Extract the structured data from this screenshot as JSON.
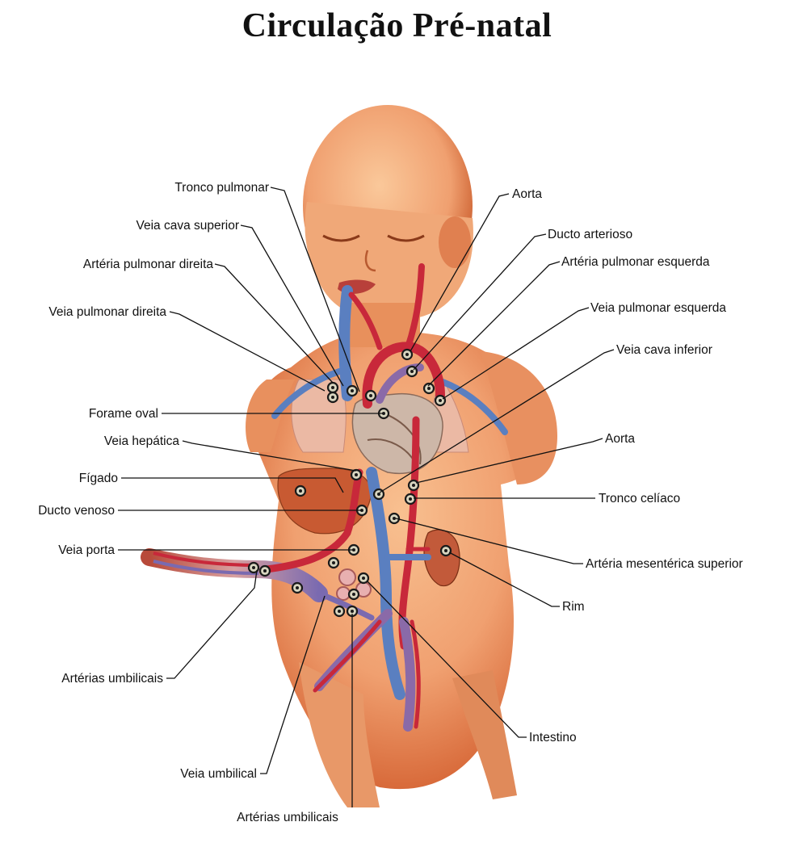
{
  "title": "Circulação Pré-natal",
  "labels": {
    "tronco_pulmonar": "Tronco pulmonar",
    "veia_cava_superior": "Veia cava superior",
    "arteria_pulmonar_direita": "Artéria pulmonar direita",
    "veia_pulmonar_direita": "Veia pulmonar direita",
    "forame_oval": "Forame oval",
    "veia_hepatica": "Veia hepática",
    "figado": "Fígado",
    "ducto_venoso": "Ducto venoso",
    "veia_porta": "Veia porta",
    "arterias_umbilicais_left": "Artérias umbilicais",
    "veia_umbilical": "Veia umbilical",
    "arterias_umbilicais_bottom": "Artérias umbilicais",
    "aorta_top": "Aorta",
    "ducto_arterioso": "Ducto arterioso",
    "arteria_pulmonar_esquerda": "Artéria pulmonar esquerda",
    "veia_pulmonar_esquerda": "Veia pulmonar esquerda",
    "veia_cava_inferior": "Veia cava inferior",
    "aorta_mid": "Aorta",
    "tronco_celiaco": "Tronco celíaco",
    "arteria_mesenterica_superior": "Artéria mesentérica superior",
    "rim": "Rim",
    "intestino": "Intestino"
  },
  "colors": {
    "skin": "#f0a070",
    "skin_shadow": "#d86a3a",
    "artery": "#c8283a",
    "vein": "#5a7fc0",
    "mixed": "#8a6aa8",
    "lung": "#e8b8a0",
    "organ": "#c85a32"
  }
}
